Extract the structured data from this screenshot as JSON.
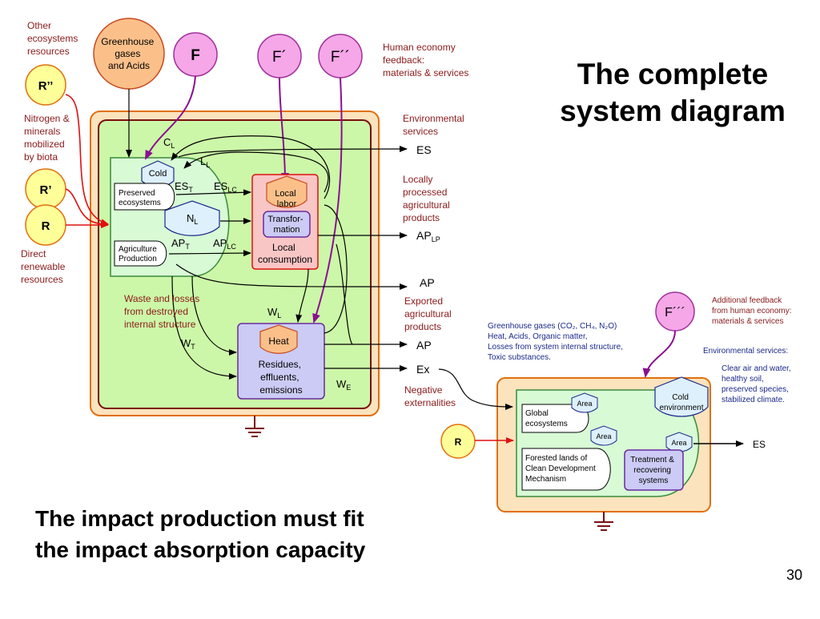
{
  "slide": {
    "title": [
      "The complete",
      "system diagram"
    ],
    "subtitle": [
      "The impact production must fit",
      "the impact absorption capacity"
    ],
    "page_number": "30"
  },
  "sources": {
    "greenhouse": [
      "Greenhouse",
      "gases",
      "and Acids"
    ],
    "F": "F",
    "F1": "F´",
    "F2": "F´´",
    "F3": "F´´´",
    "R2": "R’’",
    "R1": "R’",
    "R": "R",
    "R_right": "R"
  },
  "notes": {
    "other_resources": [
      "Other",
      "ecosystems",
      "resources"
    ],
    "nitrogen": [
      "Nitrogen &",
      "minerals",
      "mobilized",
      "by biota"
    ],
    "direct_renewable": [
      "Direct",
      "renewable",
      "resources"
    ],
    "human_feedback": [
      "Human economy",
      "feedback:",
      "materials & services"
    ],
    "env_services": [
      "Environmental",
      "services"
    ],
    "locally_processed": [
      "Locally",
      "processed",
      "agricultural",
      "products"
    ],
    "exported": [
      "Exported",
      "agricultural",
      "products"
    ],
    "negative": [
      "Negative",
      "externalities"
    ],
    "waste": [
      "Waste and losses",
      "from destroyed",
      "internal structure"
    ],
    "greenhouse_list": [
      "Greenhouse gases (CO₂, CH₄, N₂O)",
      "Heat, Acids, Organic matter,",
      "Losses from system internal structure,",
      "Toxic substances."
    ],
    "additional_feedback": [
      "Additional feedback",
      "from human economy:",
      "materials & services"
    ],
    "env_services_right_title": "Environmental services:",
    "env_services_right": [
      "Clear air and water,",
      "healthy soil,",
      "preserved species,",
      "stabilized climate."
    ]
  },
  "components": {
    "cold": "Cold",
    "preserved": [
      "Preserved",
      "ecosystems"
    ],
    "nl": "N",
    "nl_sub": "L",
    "agriculture": [
      "Agriculture",
      "Production"
    ],
    "local_labor": [
      "Local",
      "labor"
    ],
    "transformation": [
      "Transfor-",
      "mation"
    ],
    "local_consumption": [
      "Local",
      "consumption"
    ],
    "heat": "Heat",
    "residues": [
      "Residues,",
      "effluents,",
      "emissions"
    ],
    "global_eco": [
      "Global",
      "ecosystems"
    ],
    "forested": [
      "Forested lands of",
      "Clean Development",
      "Mechanism"
    ],
    "area": "Area",
    "cold_env": [
      "Cold",
      "environment"
    ],
    "treatment": [
      "Treatment &",
      "recovering",
      "systems"
    ]
  },
  "flows": {
    "CL": "C",
    "CL_sub": "L",
    "LL": "L",
    "LL_sub": "L",
    "EST": "ES",
    "EST_sub": "T",
    "ESLC": "ES",
    "ESLC_sub": "LC",
    "APT": "AP",
    "APT_sub": "T",
    "APLC": "AP",
    "APLC_sub": "LC",
    "WL": "W",
    "WL_sub": "L",
    "WT": "W",
    "WT_sub": "T",
    "WE": "W",
    "WE_sub": "E"
  },
  "outputs": {
    "ES": "ES",
    "APLP": "AP",
    "APLP_sub": "LP",
    "AP1": "AP",
    "AP2": "AP",
    "Ex": "Ex",
    "ES_right": "ES"
  },
  "colors": {
    "outer_frame": "#fbe3bd",
    "inner_green": "#ccf7a8",
    "light_green": "#d8fbd6",
    "source_pink": "#f5a7e8",
    "source_orange": "#fbc08a",
    "source_yellow": "#ffff99",
    "heat_pink": "#f9c6c6",
    "lavender": "#cbcbf5",
    "cold_blue": "#ddf0fb",
    "red_arrow": "#e01010",
    "purple_arrow": "#8a1090",
    "red_text": "#8b1a1a",
    "blue_text": "#1a2a8b"
  }
}
